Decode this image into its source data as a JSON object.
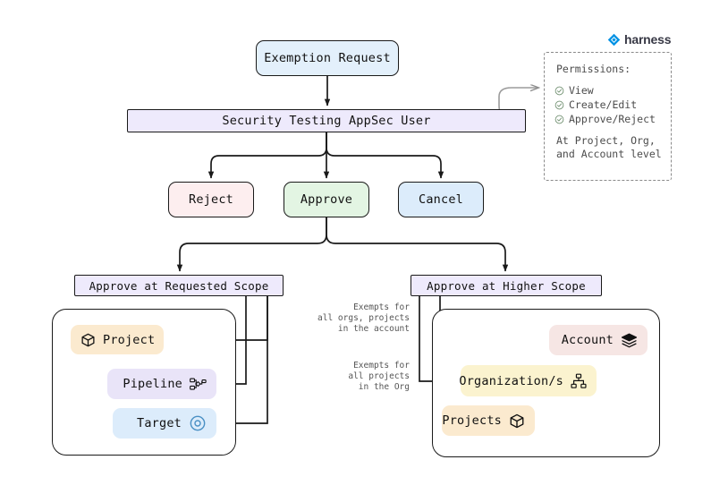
{
  "brand": {
    "name": "harness",
    "logo_icon": "harness-diamond-icon",
    "color": "#0092e4"
  },
  "flow": {
    "start": {
      "label": "Exemption Request",
      "color": "#e3f0fb"
    },
    "actor": {
      "label": "Security Testing AppSec User",
      "color": "#eeeafc"
    },
    "actions": [
      {
        "id": "reject",
        "label": "Reject",
        "color": "#fdeeef"
      },
      {
        "id": "approve",
        "label": "Approve",
        "color": "#e3f5e3"
      },
      {
        "id": "cancel",
        "label": "Cancel",
        "color": "#dcecfb"
      }
    ],
    "scopes": [
      {
        "id": "requested",
        "label": "Approve at Requested Scope",
        "color": "#eeeafc"
      },
      {
        "id": "higher",
        "label": "Approve at Higher Scope",
        "color": "#eeeafc"
      }
    ]
  },
  "requested_scope": {
    "nodes": [
      {
        "id": "project",
        "label": "Project",
        "icon": "cube-icon",
        "color": "#fbeacf"
      },
      {
        "id": "pipeline",
        "label": "Pipeline",
        "icon": "pipeline-icon",
        "color": "#e9e4f8"
      },
      {
        "id": "target",
        "label": "Target",
        "icon": "target-icon",
        "color": "#dcecfb"
      }
    ]
  },
  "higher_scope": {
    "nodes": [
      {
        "id": "account",
        "label": "Account",
        "icon": "layers-icon",
        "color": "#f6e6e4"
      },
      {
        "id": "org",
        "label": "Organization/s",
        "icon": "org-chart-icon",
        "color": "#fbf3cf"
      },
      {
        "id": "projects",
        "label": "Projects",
        "icon": "cube-icon",
        "color": "#fbeacf"
      }
    ],
    "annotations": [
      {
        "id": "account-note",
        "text": "Exempts for\nall orgs, projects\nin the account"
      },
      {
        "id": "org-note",
        "text": "Exempts for\nall projects\nin the Org"
      }
    ]
  },
  "permissions": {
    "title": "Permissions:",
    "items": [
      {
        "label": "View",
        "icon": "check-circle-icon"
      },
      {
        "label": "Create/Edit",
        "icon": "check-circle-icon"
      },
      {
        "label": "Approve/Reject",
        "icon": "check-circle-icon"
      }
    ],
    "footer": "At Project, Org,\nand Account level"
  }
}
